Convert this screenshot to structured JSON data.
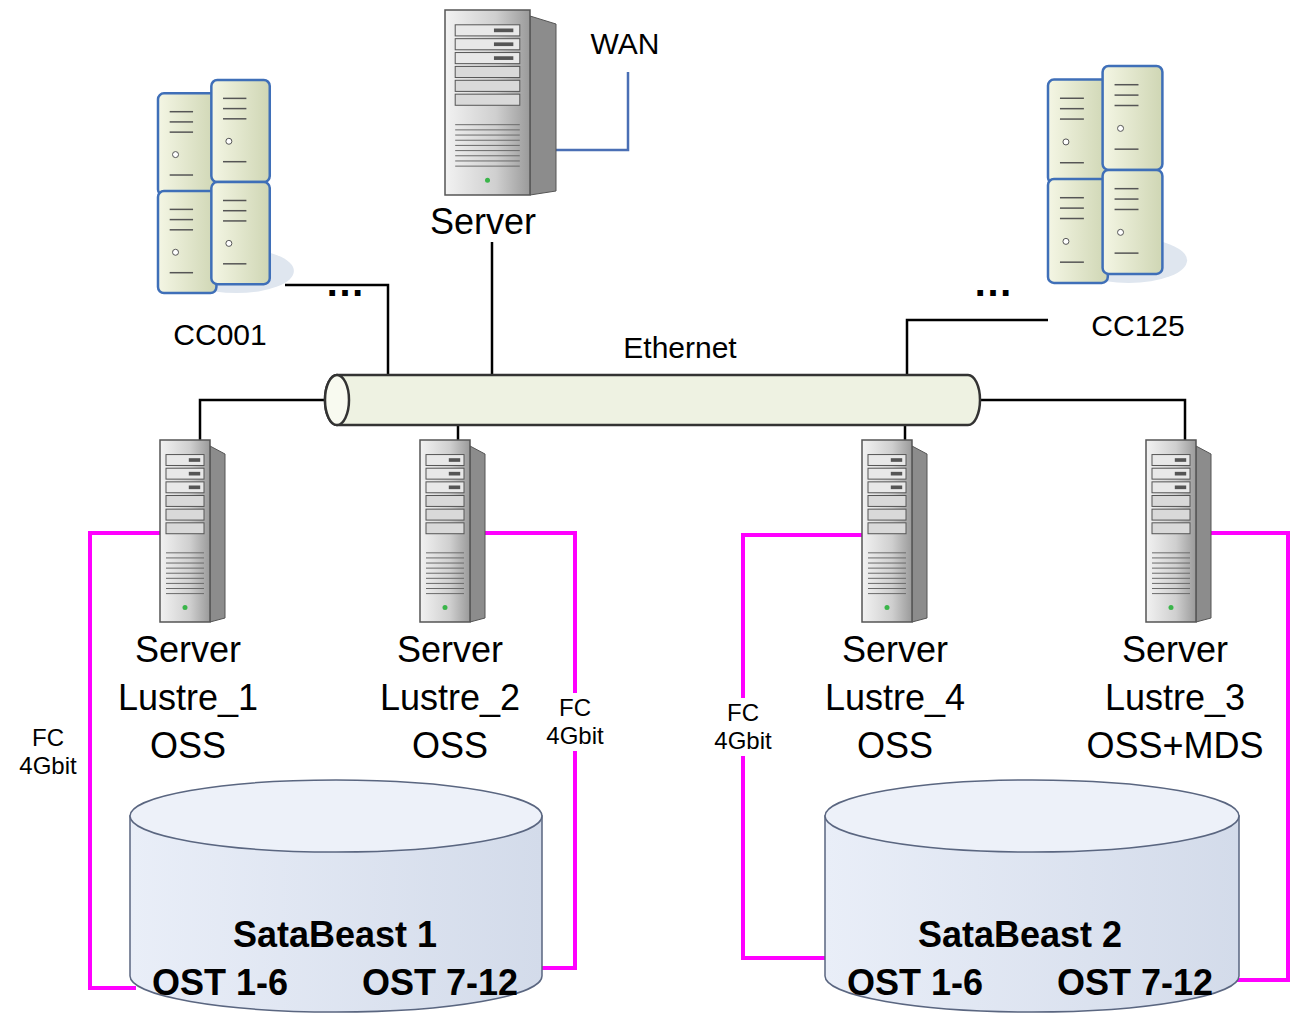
{
  "diagram": {
    "nodes": [
      {
        "text": [
          "Server"
        ]
      },
      {
        "text": [
          "CC001"
        ]
      },
      {
        "text": [
          "CC125"
        ]
      },
      {
        "text": [
          "Ethernet"
        ]
      },
      {
        "text": [
          "Server Lustre_1 OSS"
        ]
      },
      {
        "text": [
          "Server Lustre_2 OSS"
        ]
      },
      {
        "text": [
          "Server Lustre_4 OSS"
        ]
      },
      {
        "text": [
          "Server Lustre_3 OSS+MDS"
        ]
      },
      {
        "text": [
          "SataBeast 1",
          "OST 1-6",
          "OST 7-12"
        ]
      },
      {
        "text": [
          "SataBeast 2",
          "OST 1-6",
          "OST 7-12"
        ]
      }
    ],
    "edges": [
      {
        "from": 1,
        "to": 3,
        "arrow": "none"
      },
      {
        "from": 0,
        "to": 3,
        "arrow": "none"
      },
      {
        "from": 2,
        "to": 3,
        "arrow": "none"
      },
      {
        "from": 3,
        "to": 4,
        "arrow": "none"
      },
      {
        "from": 3,
        "to": 5,
        "arrow": "none"
      },
      {
        "from": 3,
        "to": 6,
        "arrow": "none"
      },
      {
        "from": 3,
        "to": 7,
        "arrow": "none"
      },
      {
        "from": 4,
        "to": 8,
        "label": "FC 4Gbit",
        "arrow": "none"
      },
      {
        "from": 5,
        "to": 8,
        "label": "FC 4Gbit",
        "arrow": "none"
      },
      {
        "from": 6,
        "to": 9,
        "label": "FC 4Gbit",
        "arrow": "none"
      },
      {
        "from": 7,
        "to": 9,
        "arrow": "none"
      }
    ],
    "labels": [
      "WAN",
      "…",
      "…"
    ]
  }
}
